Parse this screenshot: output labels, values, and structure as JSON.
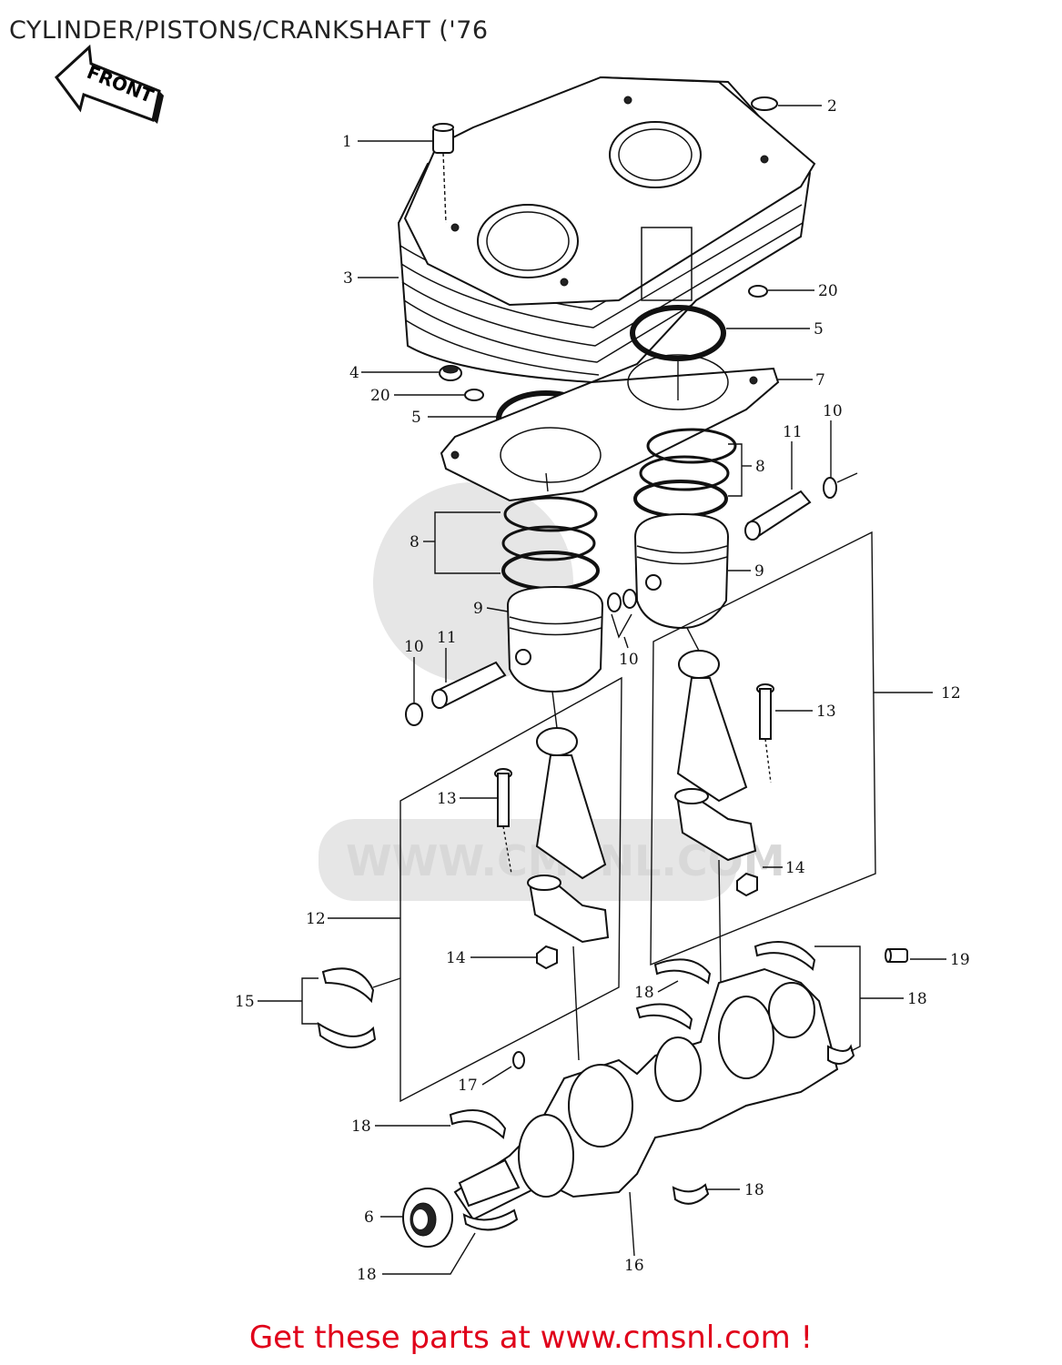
{
  "title": "CYLINDER/PISTONS/CRANKSHAFT ('76",
  "front_badge": "FRONT",
  "watermark_text": "WWW.CMSNL.COM",
  "promo": "Get these parts at www.cmsnl.com !",
  "callouts": {
    "c1": "1",
    "c2": "2",
    "c3": "3",
    "c4": "4",
    "c5a": "5",
    "c5b": "5",
    "c6": "6",
    "c7": "7",
    "c8a": "8",
    "c8b": "8",
    "c9a": "9",
    "c9b": "9",
    "c10a": "10",
    "c10b": "10",
    "c10c": "10",
    "c11a": "11",
    "c11b": "11",
    "c12a": "12",
    "c12b": "12",
    "c13a": "13",
    "c13b": "13",
    "c14a": "14",
    "c14b": "14",
    "c15": "15",
    "c16": "16",
    "c17": "17",
    "c18a": "18",
    "c18b": "18",
    "c18c": "18",
    "c18d": "18",
    "c18e": "18",
    "c19": "19",
    "c20a": "20",
    "c20b": "20"
  }
}
